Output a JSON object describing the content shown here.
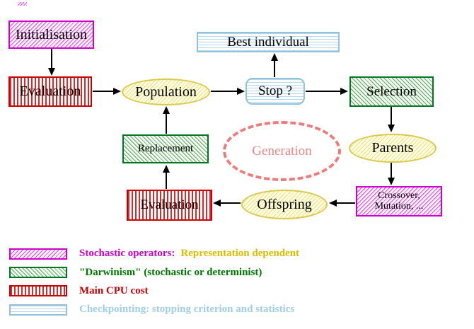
{
  "nodes": {
    "initialisation": "Initialisation",
    "evaluation_top": "Evaluation",
    "population": "Population",
    "best_individual": "Best individual",
    "stop": "Stop ?",
    "selection": "Selection",
    "replacement": "Replacement",
    "generation": "Generation",
    "parents": "Parents",
    "evaluation_bottom": "Evaluation",
    "offspring": "Offspring",
    "crossover_line1": "Crossover,",
    "crossover_line2": "Mutation, ..."
  },
  "legend": {
    "stochastic_label": "Stochastic operators:",
    "stochastic_detail": "Representation dependent",
    "darwinism_label": "\"Darwinism\" (stochastic or determinist)",
    "cpu_label": "Main CPU cost",
    "checkpointing_label": "Checkpointing: stopping criterion and statistics"
  },
  "colors": {
    "magenta": "#cc00cc",
    "red": "#cc0000",
    "green_border": "#007722",
    "green_text": "#007700",
    "gold_text": "#ddbb00",
    "light_blue": "#92c2db",
    "salmon": "#ee7a7a",
    "yellow_node_border": "#dcc84a",
    "arrow_black": "#000000"
  },
  "patterns": {
    "stochastic_operators": "magenta-diagonal-hatch",
    "darwinism": "green-diagonal-hatch",
    "main_cpu_cost": "red-vertical-stripes",
    "checkpointing": "cyan-horizontal-stripes"
  }
}
